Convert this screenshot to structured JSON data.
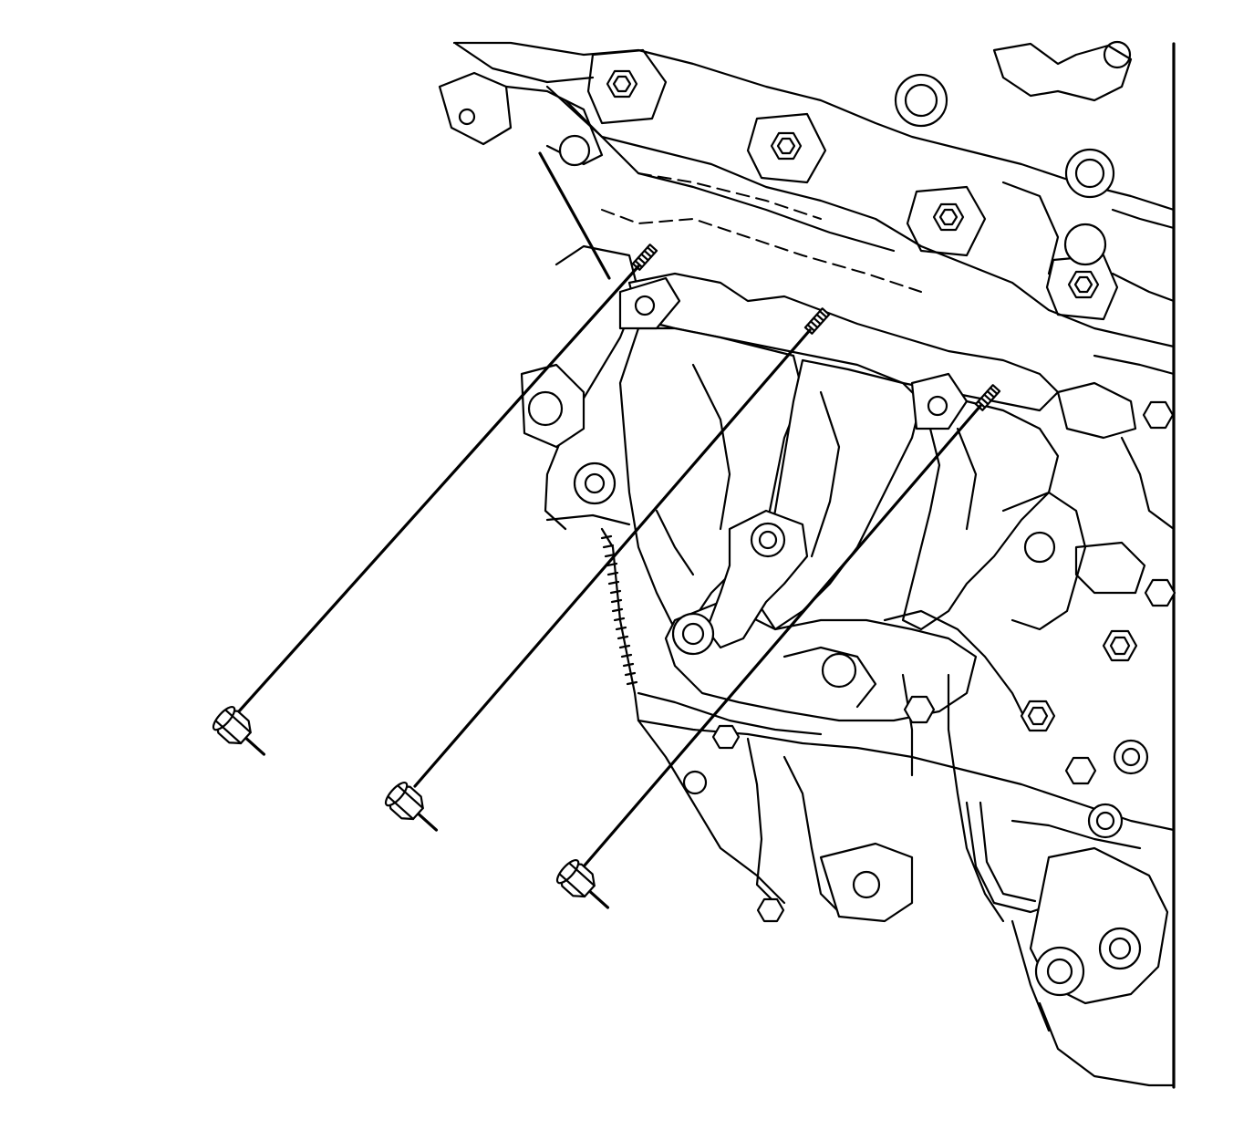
{
  "figure": {
    "subject": "",
    "fasteners": [
      {
        "kind": "nut"
      },
      {
        "kind": "nut"
      },
      {
        "kind": "nut"
      }
    ]
  }
}
